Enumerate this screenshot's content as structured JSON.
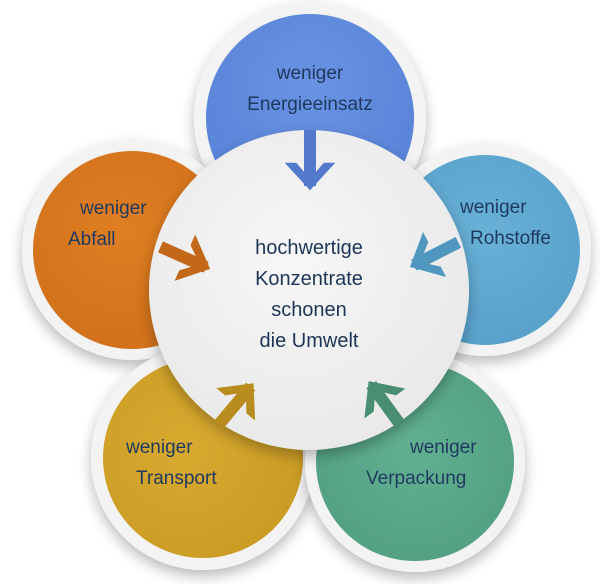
{
  "diagram": {
    "center": {
      "lines": [
        "hochwertige",
        "Konzentrate",
        "schonen",
        "die Umwelt"
      ],
      "fill": "#efefef"
    },
    "petals": [
      {
        "id": "energieeinsatz",
        "lines": [
          "weniger",
          "Energieeinsatz"
        ],
        "color": "#5f88dd",
        "arrow_color": "#4f74c9",
        "position": "top"
      },
      {
        "id": "rohstoffe",
        "lines": [
          "weniger",
          "Rohstoffe"
        ],
        "color": "#5fa9d1",
        "arrow_color": "#4f95bd",
        "position": "right"
      },
      {
        "id": "verpackung",
        "lines": [
          "weniger",
          "Verpackung"
        ],
        "color": "#5aa988",
        "arrow_color": "#4a8c70",
        "position": "bottom-right"
      },
      {
        "id": "transport",
        "lines": [
          "weniger",
          "Transport"
        ],
        "color": "#d3a42a",
        "arrow_color": "#b38a1f",
        "position": "bottom-left"
      },
      {
        "id": "abfall",
        "lines": [
          "weniger",
          "Abfall"
        ],
        "color": "#d9781f",
        "arrow_color": "#bd6518",
        "position": "left"
      }
    ],
    "text_color": "#1f3a5f",
    "ring_color": "#f2f2f2"
  }
}
